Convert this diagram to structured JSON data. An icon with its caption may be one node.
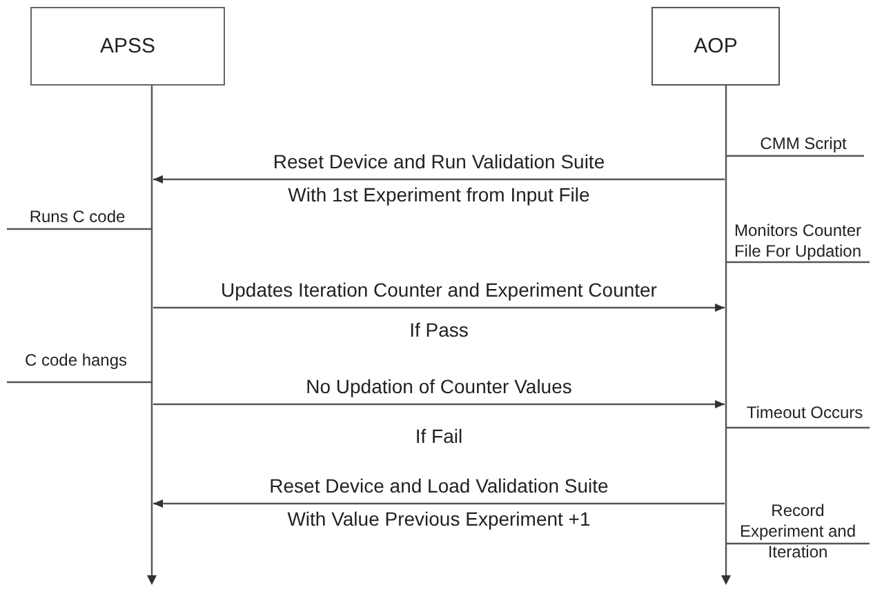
{
  "diagram": {
    "nodes": [
      {
        "text": [
          "APSS"
        ]
      },
      {
        "text": [
          "AOP"
        ]
      },
      {
        "text": [],
        "shape": "line"
      },
      {
        "text": [],
        "shape": "line"
      }
    ],
    "edges": [
      {
        "from": 3,
        "to": 2,
        "arrow": "to",
        "label": "Reset Device and Run Validation Suite"
      },
      {
        "from": 2,
        "to": 3,
        "arrow": "to",
        "label": "Updates Iteration Counter and Experiment Counter"
      },
      {
        "from": 2,
        "to": 3,
        "arrow": "to",
        "label": "No Updation of Counter Values"
      },
      {
        "from": 3,
        "to": 2,
        "arrow": "to",
        "label": "Reset Device and Load Validation Suite"
      }
    ],
    "labels": [
      "CMM Script",
      "With 1st Experiment from Input File",
      "Runs C code",
      "Monitors Counter File For Updation",
      "If Pass",
      "C code hangs",
      "Timeout Occurs",
      "If Fail",
      "With Value Previous Experiment +1",
      "Record Experiment and Iteration"
    ]
  }
}
